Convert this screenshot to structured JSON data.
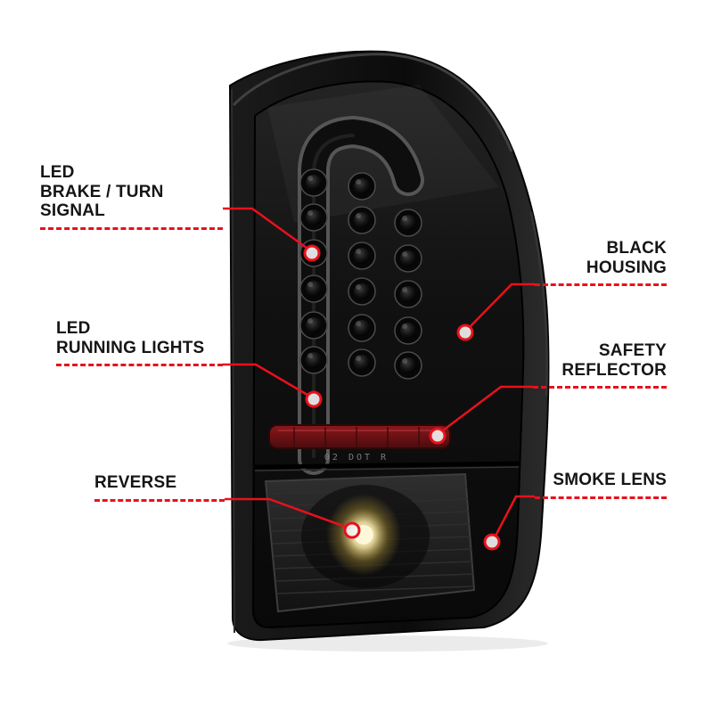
{
  "colors": {
    "accent": "#e8111c",
    "text": "#151515",
    "background": "#ffffff"
  },
  "product": {
    "name": "LED tail light",
    "marking": "02 DOT R"
  },
  "callouts": {
    "brake": {
      "line1": "LED",
      "line2": "BRAKE / TURN SIGNAL"
    },
    "running": {
      "line1": "LED",
      "line2": "RUNNING LIGHTS"
    },
    "reverse": {
      "line1": "REVERSE"
    },
    "housing": {
      "line1": "BLACK",
      "line2": "HOUSING"
    },
    "reflector": {
      "line1": "SAFETY",
      "line2": "REFLECTOR"
    },
    "smoke": {
      "line1": "SMOKE LENS"
    }
  }
}
